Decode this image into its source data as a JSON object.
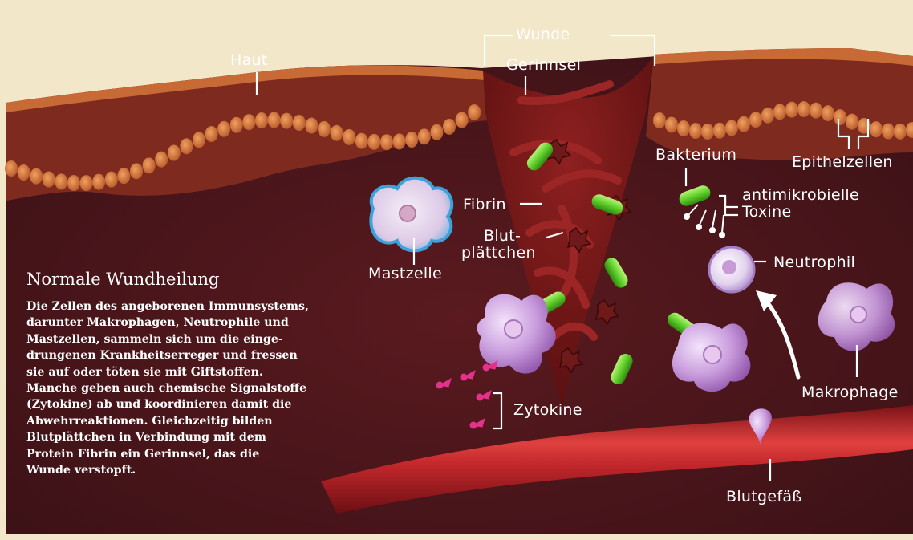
{
  "figure": {
    "labels": {
      "wound": "Wunde",
      "skin": "Haut",
      "clot": "Gerinnsel",
      "epithelial_cells": "Epithelzellen",
      "bacterium": "Bakterium",
      "toxins_line1": "antimikrobielle",
      "toxins_line2": "Toxine",
      "fibrin": "Fibrin",
      "platelets_line1": "Blut-",
      "platelets_line2": "plättchen",
      "mast_cell": "Mastzelle",
      "neutrophil": "Neutrophil",
      "macrophage": "Makrophage",
      "cytokines": "Zytokine",
      "blood_vessel": "Blutgefäß"
    },
    "caption": {
      "title": "Normale Wundheilung",
      "lines": [
        "Die Zellen des angeborenen Immunsystems,",
        "darunter Makrophagen, Neutrophile und",
        "Mastzellen, sammeln sich um die einge-",
        "drungenen Krankheitserreger und fressen",
        "sie auf oder töten sie mit Giftstoffen.",
        "Manche geben auch chemische Signalstoffe",
        "(Zytokine) ab und koordinieren damit die",
        "Abwehrreaktionen. Gleichzeitig bilden",
        "Blutplättchen in Verbindung mit dem",
        "Protein Fibrin ein Gerinnsel, das die",
        "Wunde verstopft."
      ]
    },
    "colors": {
      "background": "#f2e7c9",
      "tissue": "#4a1519",
      "skin_band": "#b85a2c",
      "epithelial": "#d9793e",
      "clot": "#7a1818",
      "bacterium": "#5fd02a",
      "macrophage": "#c69ad9",
      "blood_vessel": "#c2272b",
      "cytokine": "#e6318c"
    }
  }
}
